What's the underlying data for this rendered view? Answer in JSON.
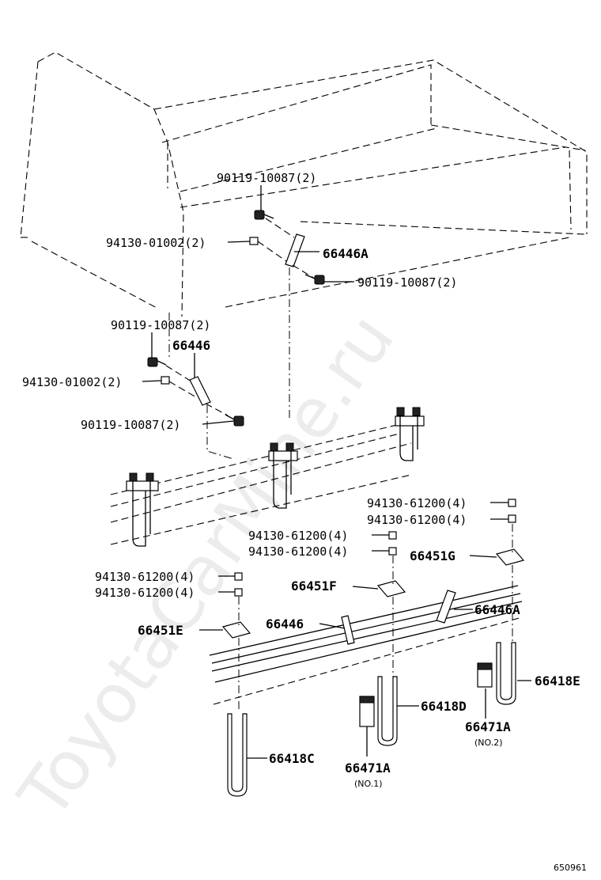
{
  "watermark": "ToyotaCarMine.ru",
  "diagram_id": "650961",
  "callouts": {
    "bolt_upper_1": "90119-10087(2)",
    "nut_upper": "94130-01002(2)",
    "bracket_upper": "66446A",
    "bolt_upper_2": "90119-10087(2)",
    "bolt_lower_1": "90119-10087(2)",
    "bracket_lower": "66446",
    "nut_lower": "94130-01002(2)",
    "bolt_lower_2": "90119-10087(2)",
    "nut_g_1": "94130-61200(4)",
    "nut_g_2": "94130-61200(4)",
    "nut_f_1": "94130-61200(4)",
    "nut_f_2": "94130-61200(4)",
    "plate_g": "66451G",
    "nut_e_1": "94130-61200(4)",
    "nut_e_2": "94130-61200(4)",
    "plate_f": "66451F",
    "bracket_rail_a": "66446A",
    "bracket_rail": "66446",
    "plate_e": "66451E",
    "ubolt_e": "66418E",
    "ubolt_d": "66418D",
    "spacer_no2": "66471A",
    "spacer_no2_note": "(NO.2)",
    "ubolt_c": "66418C",
    "spacer_no1": "66471A",
    "spacer_no1_note": "(NO.1)"
  }
}
